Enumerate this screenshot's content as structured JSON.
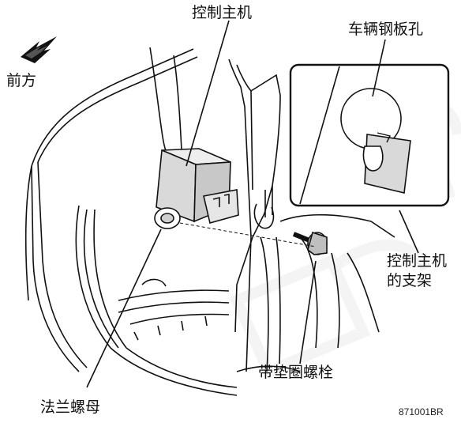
{
  "labels": {
    "control_unit": "控制主机",
    "body_hole": "车辆钢板孔",
    "front": "前方",
    "bracket_line1": "控制主机",
    "bracket_line2": "的支架",
    "washer_bolt": "带垫圈螺栓",
    "flange_nut": "法兰螺母"
  },
  "figure_code": "871001BR",
  "icons": [
    "front-direction-arrow-icon"
  ],
  "colors": {
    "line": "#111111",
    "unit_fill": "#d9d9d9",
    "watermark": "#b0b0b0"
  }
}
